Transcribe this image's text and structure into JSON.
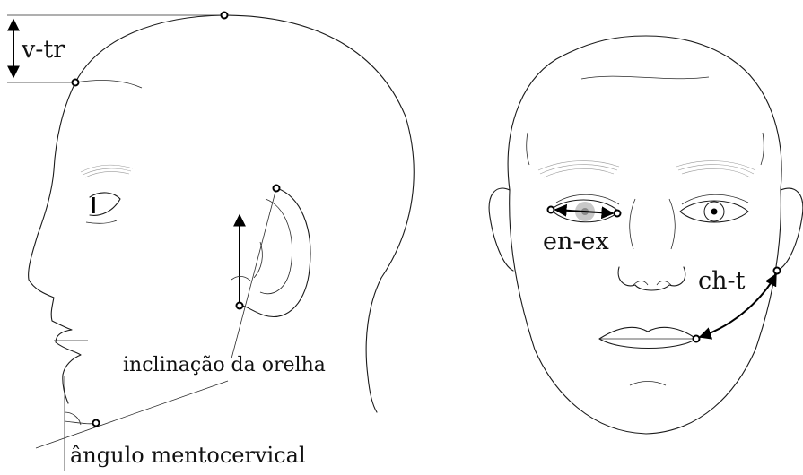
{
  "labels": {
    "vertex_trichion": "v-tr",
    "ear_inclination": "inclinação da orelha",
    "mentocervical_angle": "ângulo mentocervical",
    "endocanthion_exocanthion": "en-ex",
    "cheilion_tragion": "ch-t"
  },
  "colors": {
    "line": "#1a1a1a",
    "eyebrow_hatching": "#9a9a9a",
    "iris_fill": "#c8c8c8",
    "background": "#ffffff"
  }
}
